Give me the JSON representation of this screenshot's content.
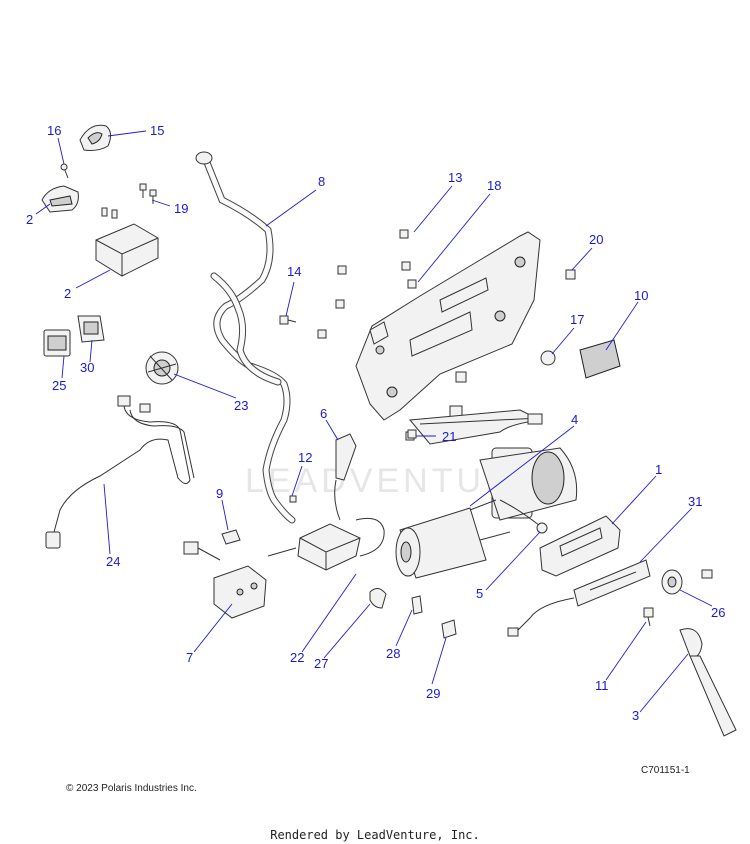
{
  "diagram": {
    "watermark": "LEADVENTURE",
    "callouts": [
      {
        "id": "c16",
        "text": "16"
      },
      {
        "id": "c15",
        "text": "15"
      },
      {
        "id": "c2a",
        "text": "2"
      },
      {
        "id": "c19",
        "text": "19"
      },
      {
        "id": "c2b",
        "text": "2"
      },
      {
        "id": "c8",
        "text": "8"
      },
      {
        "id": "c13",
        "text": "13"
      },
      {
        "id": "c18",
        "text": "18"
      },
      {
        "id": "c20",
        "text": "20"
      },
      {
        "id": "c14",
        "text": "14"
      },
      {
        "id": "c10",
        "text": "10"
      },
      {
        "id": "c17",
        "text": "17"
      },
      {
        "id": "c25",
        "text": "25"
      },
      {
        "id": "c30",
        "text": "30"
      },
      {
        "id": "c23",
        "text": "23"
      },
      {
        "id": "c6",
        "text": "6"
      },
      {
        "id": "c4",
        "text": "4"
      },
      {
        "id": "c21",
        "text": "21"
      },
      {
        "id": "c12",
        "text": "12"
      },
      {
        "id": "c1",
        "text": "1"
      },
      {
        "id": "c9",
        "text": "9"
      },
      {
        "id": "c31",
        "text": "31"
      },
      {
        "id": "c24",
        "text": "24"
      },
      {
        "id": "c5",
        "text": "5"
      },
      {
        "id": "c26",
        "text": "26"
      },
      {
        "id": "c7",
        "text": "7"
      },
      {
        "id": "c22",
        "text": "22"
      },
      {
        "id": "c27",
        "text": "27"
      },
      {
        "id": "c28",
        "text": "28"
      },
      {
        "id": "c11",
        "text": "11"
      },
      {
        "id": "c29",
        "text": "29"
      },
      {
        "id": "c3",
        "text": "3"
      }
    ]
  },
  "footer": {
    "figure_id": "C701151-1",
    "copyright": "© 2023 Polaris Industries Inc.",
    "rendered_by": "Rendered by LeadVenture, Inc."
  }
}
